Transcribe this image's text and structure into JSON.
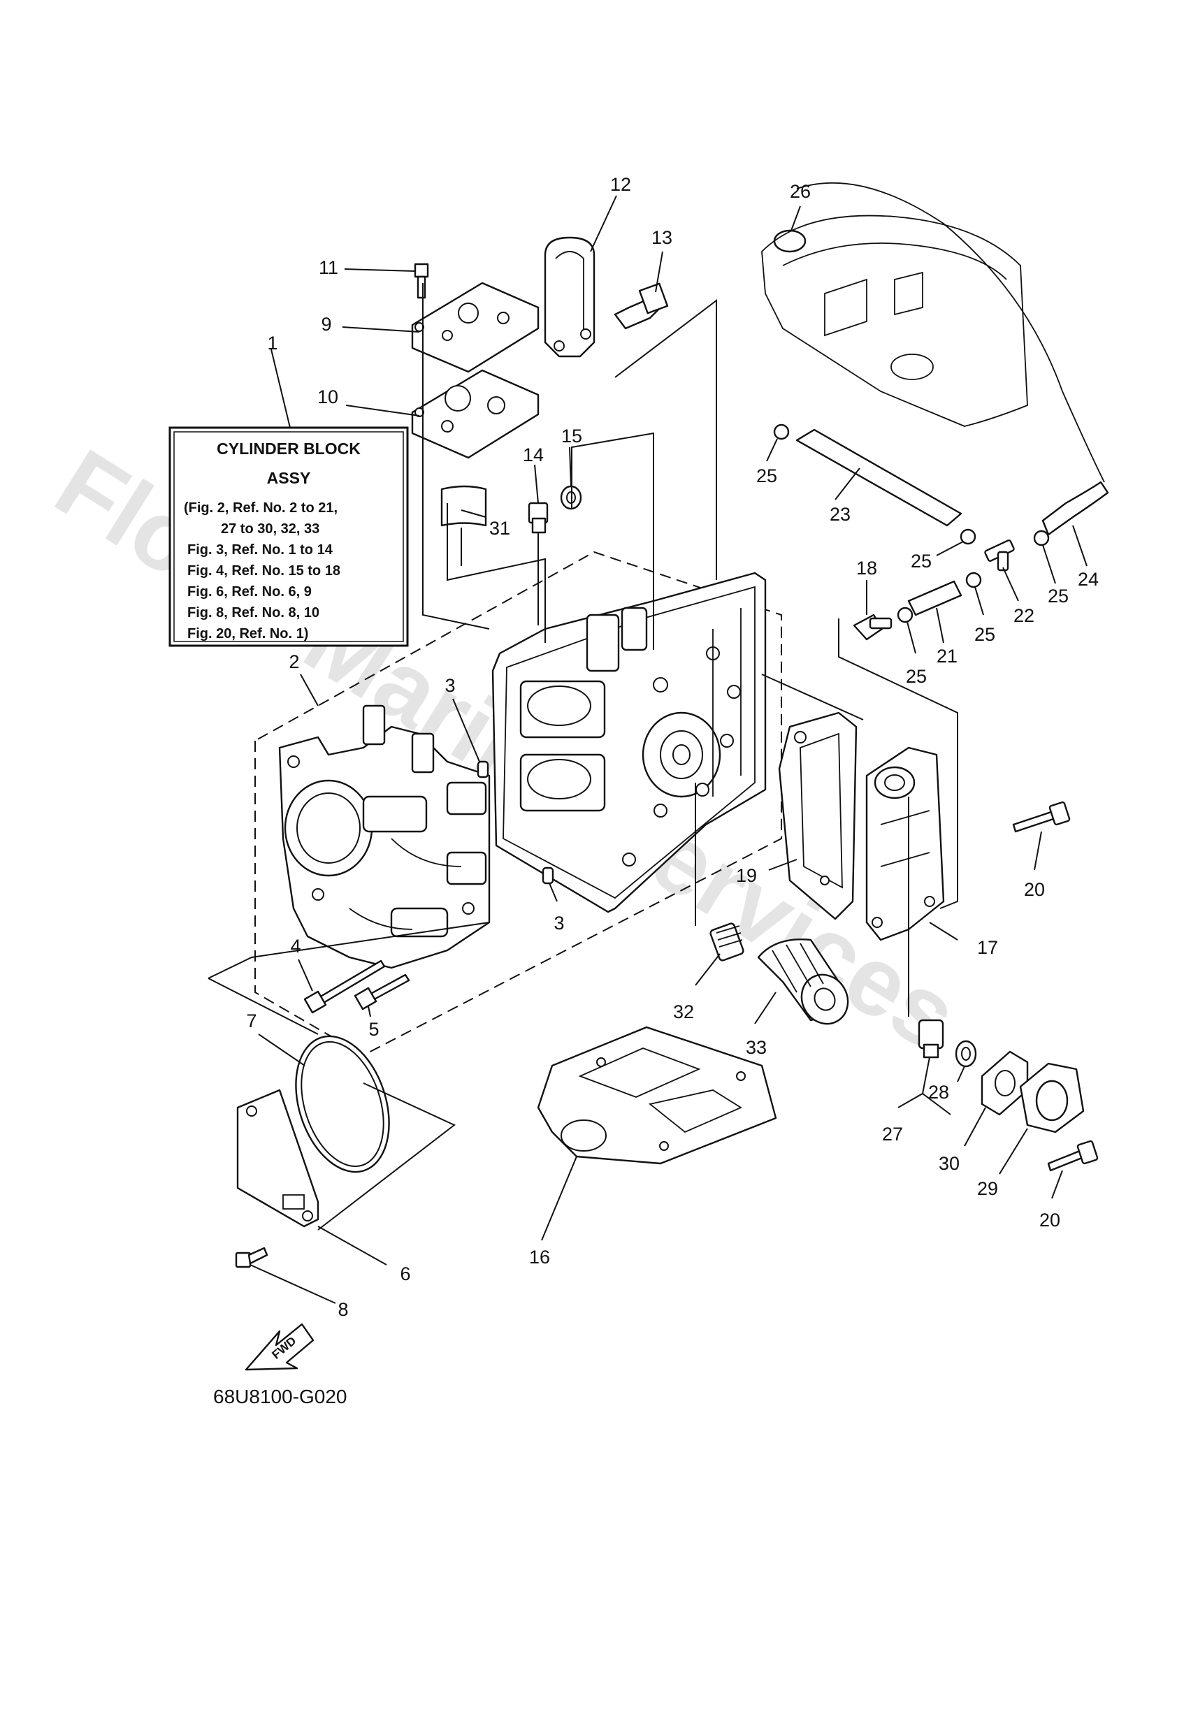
{
  "title_box": {
    "line1": "CYLINDER BLOCK",
    "line2": "ASSY",
    "refs": [
      "(Fig. 2, Ref. No. 2 to 21,",
      "27 to 30, 32, 33",
      "Fig. 3, Ref. No. 1 to 14",
      "Fig. 4, Ref. No. 15 to 18",
      "Fig. 6, Ref. No. 6, 9",
      "Fig. 8, Ref. No. 8, 10",
      "Fig. 20, Ref. No. 1)"
    ]
  },
  "callouts": {
    "c1": "1",
    "c2": "2",
    "c3a": "3",
    "c3b": "3",
    "c4": "4",
    "c5": "5",
    "c6": "6",
    "c7": "7",
    "c8": "8",
    "c9": "9",
    "c10": "10",
    "c11": "11",
    "c12": "12",
    "c13": "13",
    "c14": "14",
    "c15": "15",
    "c16": "16",
    "c17": "17",
    "c18": "18",
    "c19": "19",
    "c20a": "20",
    "c20b": "20",
    "c21": "21",
    "c22": "22",
    "c23": "23",
    "c24": "24",
    "c25a": "25",
    "c25b": "25",
    "c25c": "25",
    "c25d": "25",
    "c25e": "25",
    "c26": "26",
    "c27": "27",
    "c28": "28",
    "c29": "29",
    "c30": "30",
    "c31": "31",
    "c32": "32",
    "c33": "33"
  },
  "fwd_label": "FWD",
  "diagram_code": "68U8100-G020",
  "watermark": "Flood Marine Services"
}
